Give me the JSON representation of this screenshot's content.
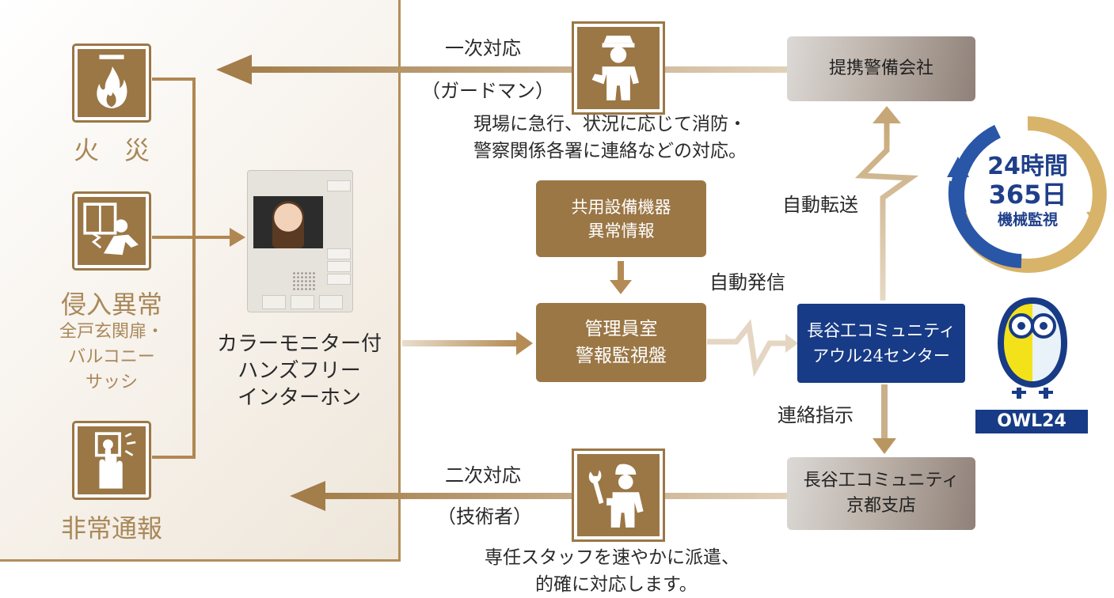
{
  "hazards": {
    "fire": {
      "label": "火　災",
      "icon": "fire-icon"
    },
    "intrusion": {
      "label": "侵入異常",
      "sub1": "全戸玄関扉・",
      "sub2": "バルコニー",
      "sub3": "サッシ",
      "icon": "intrusion-icon"
    },
    "emergency": {
      "label": "非常通報",
      "icon": "emergency-button-icon"
    }
  },
  "intercom": {
    "line1": "カラーモニター付",
    "line2": "ハンズフリー",
    "line3": "インターホン",
    "icon": "intercom-monitor-icon"
  },
  "primary": {
    "title": "一次対応",
    "role": "（ガードマン）",
    "note1": "現場に急行、状況に応じて消防・",
    "note2": "警察関係各署に連絡などの対応。",
    "icon": "guardman-icon"
  },
  "secondary": {
    "title": "二次対応",
    "role": "（技術者）",
    "note1": "専任スタッフを速やかに派遣、",
    "note2": "的確に対応します。",
    "icon": "technician-icon"
  },
  "boxes": {
    "equipment": {
      "line1": "共用設備機器",
      "line2": "異常情報"
    },
    "control": {
      "line1": "管理員室",
      "line2": "警報監視盤"
    },
    "security_company": {
      "line1": "提携警備会社"
    },
    "owl_center": {
      "line1": "長谷工コミュニティ",
      "line2": "アウル24センター"
    },
    "branch": {
      "line1": "長谷工コミュニティ",
      "line2": "京都支店"
    }
  },
  "labels": {
    "auto_dial": "自動発信",
    "auto_transfer": "自動転送",
    "contact": "連絡指示"
  },
  "ring": {
    "line1": "24時間",
    "line2": "365日",
    "line3": "機械監視",
    "icon": "cycle-ring-icon"
  },
  "logo": {
    "label": "OWL24",
    "icon": "owl-logo-icon"
  },
  "colors": {
    "gold": "#9b7746",
    "gold_light": "#b38e5a",
    "navy": "#173b86",
    "ring_blue": "#2a56a8",
    "ring_gold": "#d8b36a"
  }
}
